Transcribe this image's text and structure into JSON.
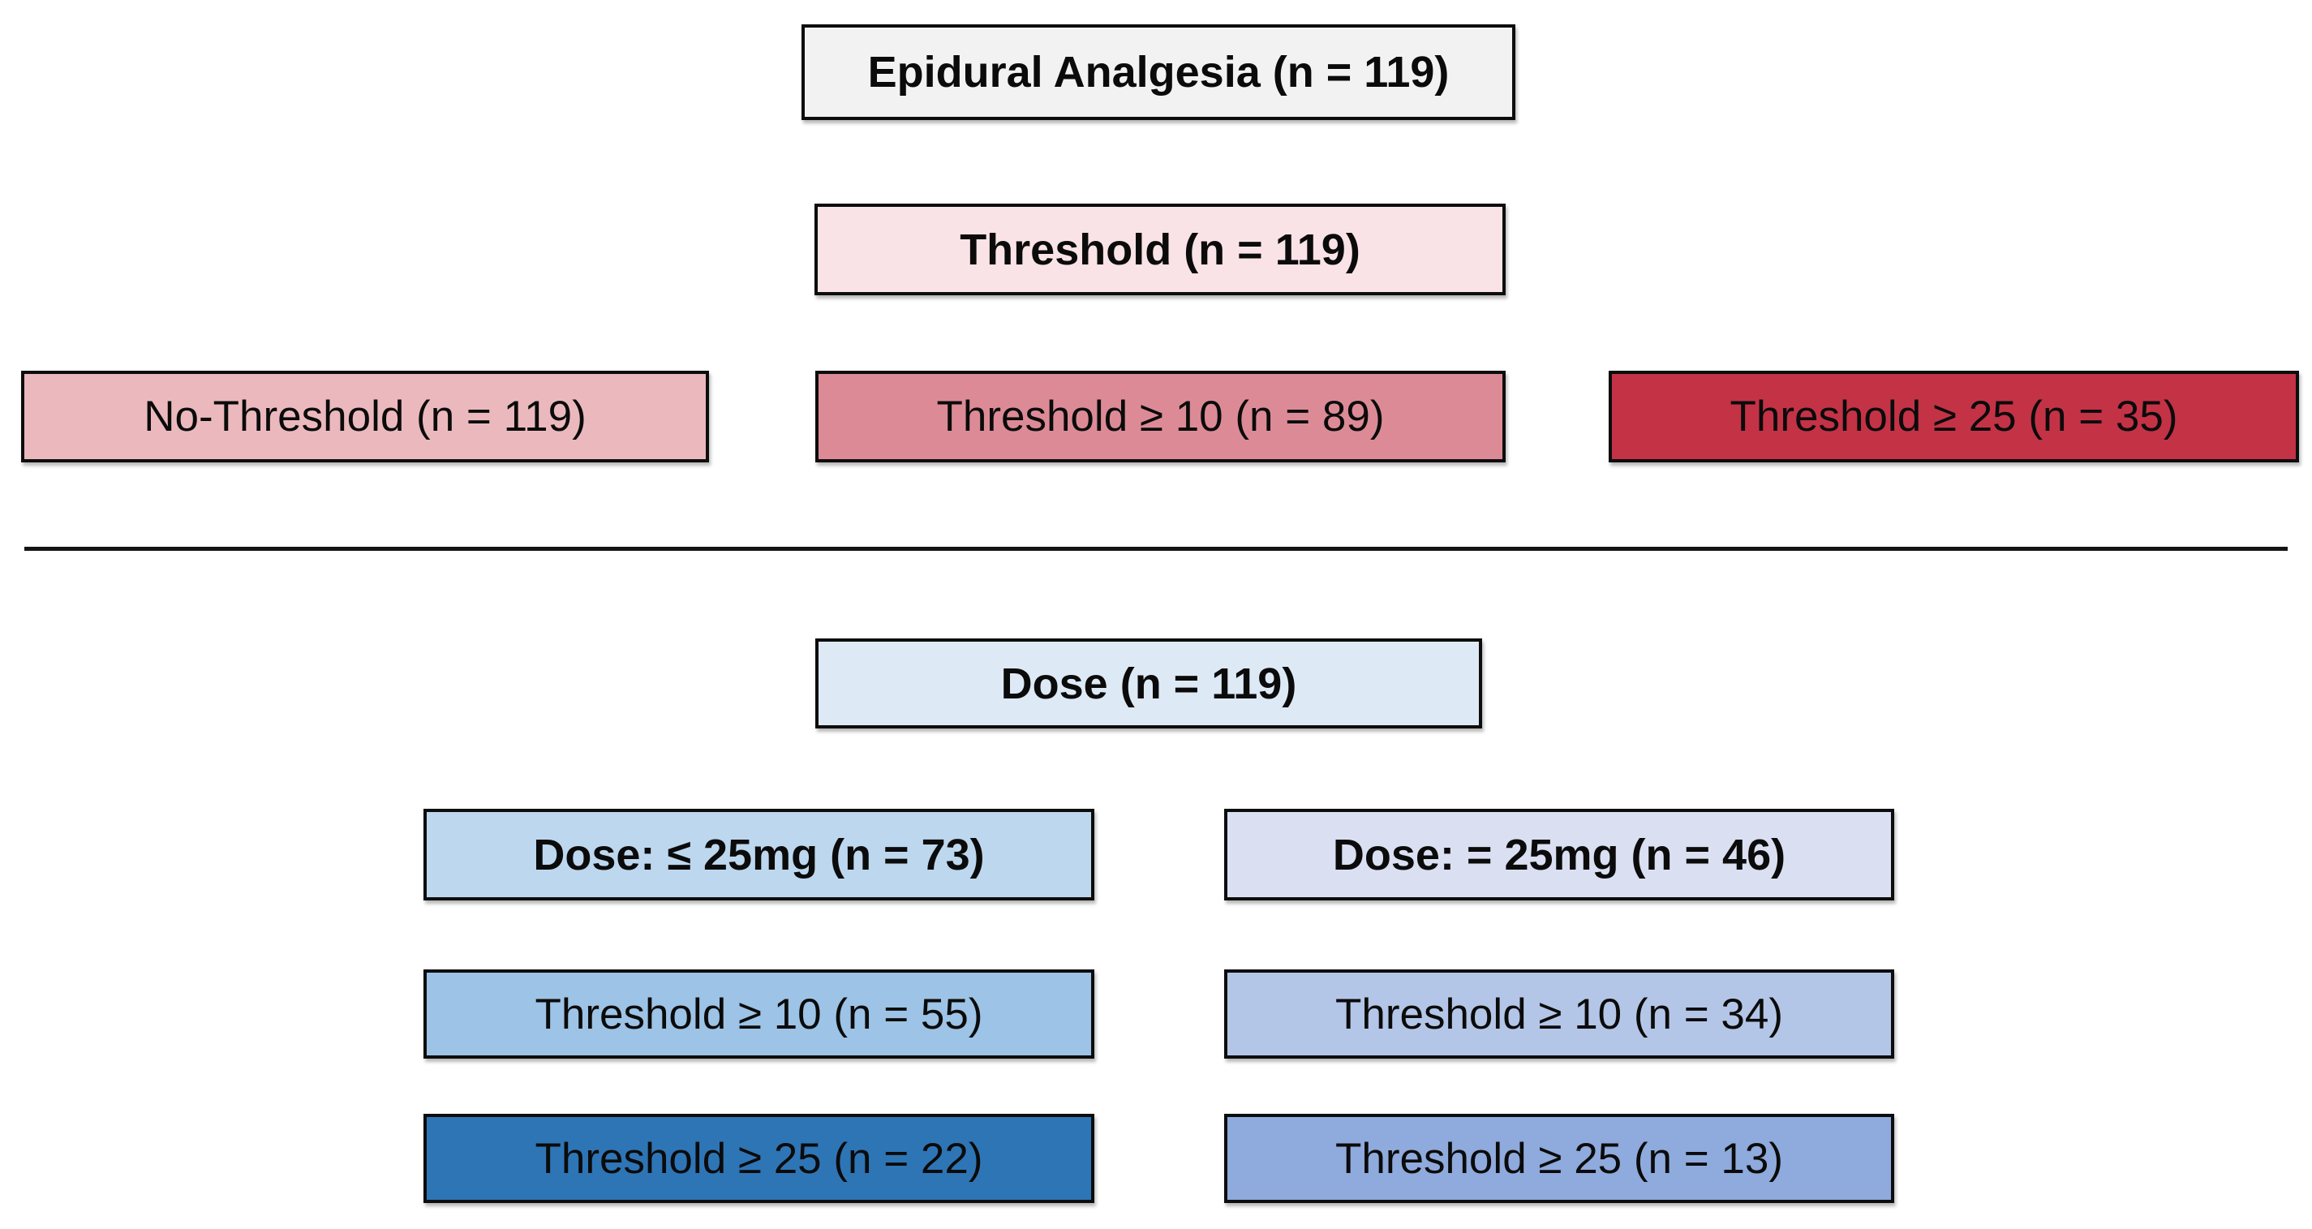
{
  "figure": {
    "background": "#FFFFFF",
    "box_border_color": "#0D0D0D",
    "divider_color": "#141414",
    "threshold_section": {
      "root": {
        "label": "Epidural Analgesia (n = 119)",
        "fill": "#F2F2F2"
      },
      "parent": {
        "label": "Threshold (n = 119)",
        "fill": "#F9E3E6"
      },
      "children": [
        {
          "label": "No-Threshold (n = 119)",
          "fill": "#EBB9BD"
        },
        {
          "label": "Threshold ≥ 10 (n = 89)",
          "fill": "#DC8B96"
        },
        {
          "label": "Threshold ≥ 25 (n = 35)",
          "fill": "#C43246"
        }
      ]
    },
    "dose_section": {
      "parent": {
        "label": "Dose (n = 119)",
        "fill": "#DEE9F6"
      },
      "columns": [
        {
          "header": {
            "label": "Dose: ≤ 25mg (n = 73)",
            "fill": "#BDD7EE"
          },
          "children": [
            {
              "label": "Threshold ≥ 10 (n = 55)",
              "fill": "#9DC3E6"
            },
            {
              "label": "Threshold ≥ 25 (n = 22)",
              "fill": "#2E75B6"
            }
          ]
        },
        {
          "header": {
            "label": "Dose: = 25mg (n = 46)",
            "fill": "#DAE0F2"
          },
          "children": [
            {
              "label": "Threshold ≥ 10 (n = 34)",
              "fill": "#B4C6E7"
            },
            {
              "label": "Threshold ≥ 25 (n = 13)",
              "fill": "#8FAADC"
            }
          ]
        }
      ]
    }
  }
}
